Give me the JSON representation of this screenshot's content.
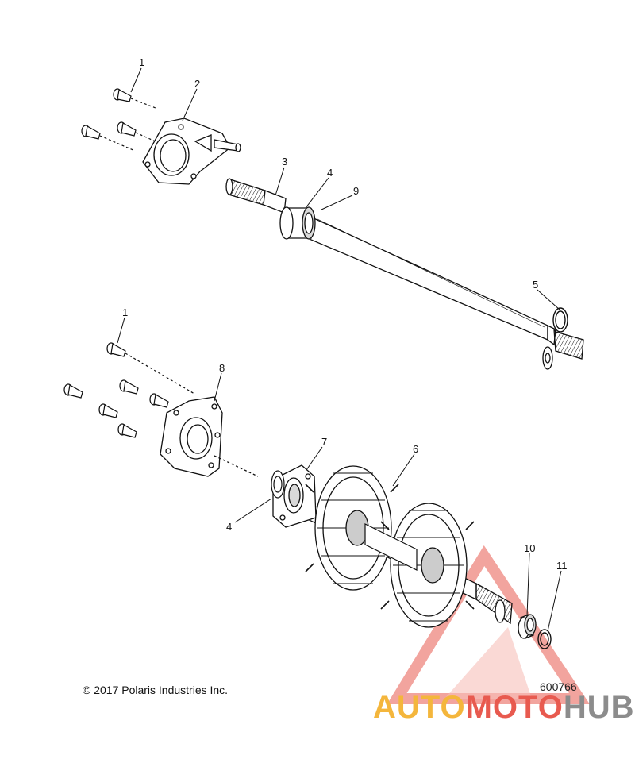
{
  "callouts": {
    "c1_top": "1",
    "c2": "2",
    "c3": "3",
    "c4_top": "4",
    "c9": "9",
    "c5": "5",
    "c1_bottom": "1",
    "c8": "8",
    "c7": "7",
    "c6": "6",
    "c4_bottom": "4",
    "c10": "10",
    "c11": "11"
  },
  "copyright": "© 2017 Polaris Industries Inc.",
  "diagram_id": "600766",
  "watermark": {
    "part1": "AUTO",
    "part2": "MOTO",
    "part3": "HUB"
  },
  "colors": {
    "line": "#111111",
    "watermark_red": "#e85a4f",
    "watermark_yellow": "#f4b63c",
    "watermark_gray": "#8c8c8c"
  }
}
